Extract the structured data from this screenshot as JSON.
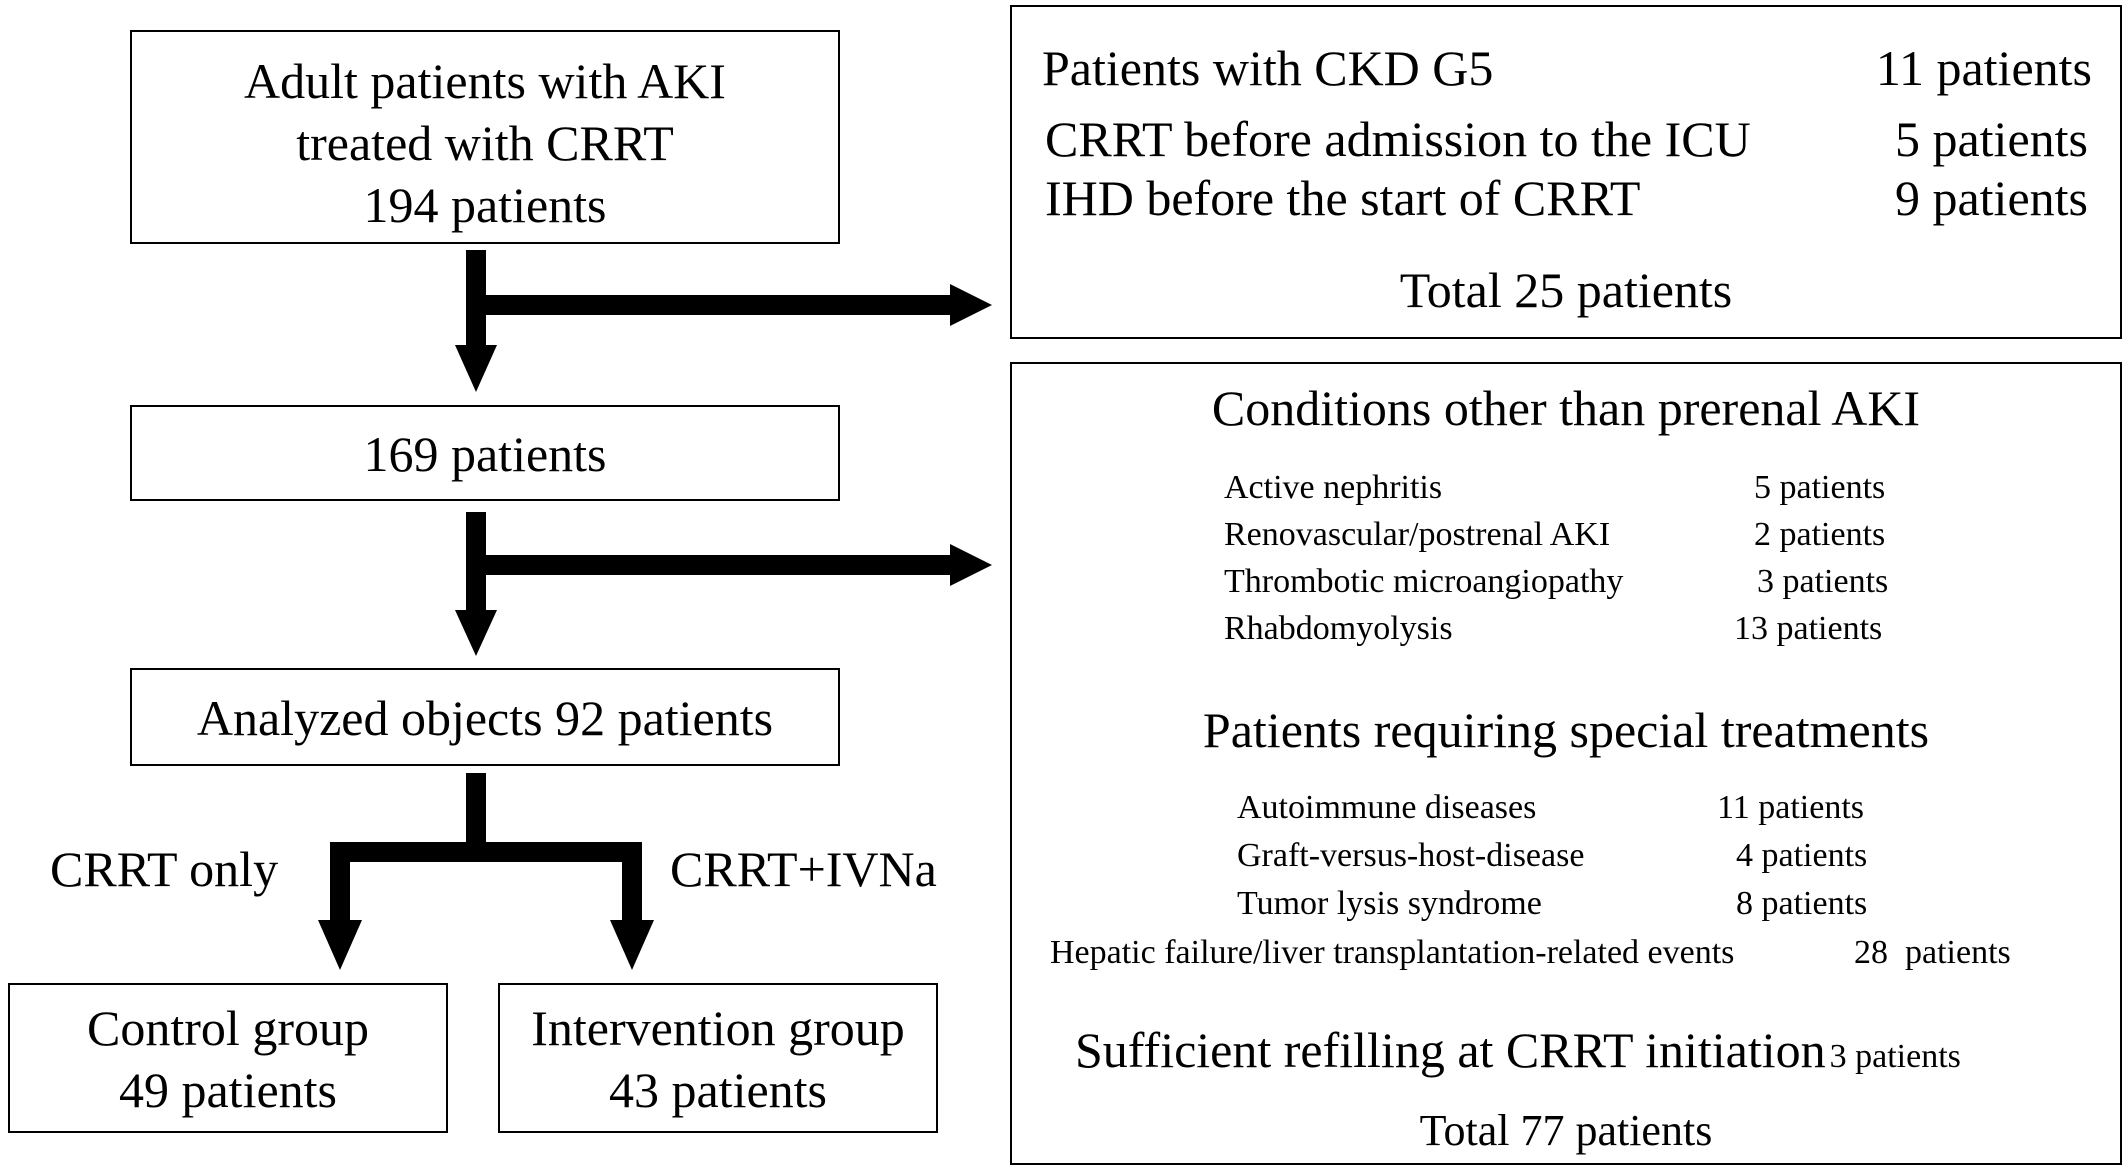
{
  "flow": {
    "start": {
      "line1": "Adult patients with AKI",
      "line2": "treated with CRRT",
      "line3": "194 patients"
    },
    "mid": {
      "label": "169 patients"
    },
    "analyzed": {
      "label": "Analyzed objects 92 patients"
    },
    "branch_left_label": "CRRT only",
    "branch_right_label": "CRRT+IVNa",
    "control": {
      "line1": "Control group",
      "line2": "49 patients"
    },
    "intervention": {
      "line1": "Intervention group",
      "line2": "43 patients"
    }
  },
  "exclusion1": {
    "rows": [
      {
        "label": "Patients with CKD G5",
        "count": "11 patients"
      },
      {
        "label": "CRRT before admission to the ICU",
        "count": "5 patients"
      },
      {
        "label": "IHD before the start of CRRT",
        "count": "9 patients"
      }
    ],
    "total": "Total 25 patients"
  },
  "exclusion2": {
    "section1": {
      "title": "Conditions other than prerenal AKI",
      "rows": [
        {
          "label": "Active nephritis",
          "count": "5 patients"
        },
        {
          "label": "Renovascular/postrenal AKI",
          "count": "2 patients"
        },
        {
          "label": "Thrombotic microangiopathy",
          "count": "3 patients"
        },
        {
          "label": "Rhabdomyolysis",
          "count": "13 patients"
        }
      ]
    },
    "section2": {
      "title": "Patients requiring special treatments",
      "rows": [
        {
          "label": "Autoimmune diseases",
          "count": "11 patients"
        },
        {
          "label": "Graft-versus-host-disease",
          "count": "4 patients"
        },
        {
          "label": "Tumor lysis syndrome",
          "count": "8 patients"
        },
        {
          "label": "Hepatic failure/liver transplantation-related events",
          "count": "28  patients"
        }
      ]
    },
    "section3": {
      "title": "Sufficient refilling at CRRT initiation",
      "count": "3 patients"
    },
    "total": "Total 77 patients"
  }
}
